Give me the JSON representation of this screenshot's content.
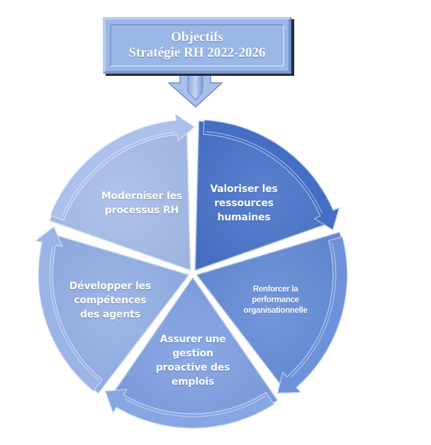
{
  "header": {
    "title_line1": "Objectifs",
    "title_line2": "Stratégie RH 2022-2026",
    "arrow_icon": "down-arrow-icon"
  },
  "cycle": {
    "direction": "clockwise",
    "segments": [
      {
        "id": "valoriser",
        "lines": [
          "Valoriser les",
          "ressources",
          "humaines"
        ],
        "color": "#4570c8",
        "text_size": "big"
      },
      {
        "id": "renforcer",
        "lines": [
          "Renforcer la",
          "performance",
          "organisationnelle"
        ],
        "color": "#6189d6",
        "text_size": "small"
      },
      {
        "id": "assurer",
        "lines": [
          "Assurer une",
          "gestion",
          "proactive des",
          "emplois"
        ],
        "color": "#7c9de0",
        "text_size": "big"
      },
      {
        "id": "developper",
        "lines": [
          "Développer les",
          "compétences",
          "des agents"
        ],
        "color": "#91ade4",
        "text_size": "big"
      },
      {
        "id": "moderniser",
        "lines": [
          "Moderniser les",
          "processus RH"
        ],
        "color": "#a4bbe8",
        "text_size": "big"
      }
    ]
  },
  "colors": {
    "title_fill": "#9ab6e6",
    "title_text": "#ffffff",
    "segment_text": "#ffffff"
  }
}
